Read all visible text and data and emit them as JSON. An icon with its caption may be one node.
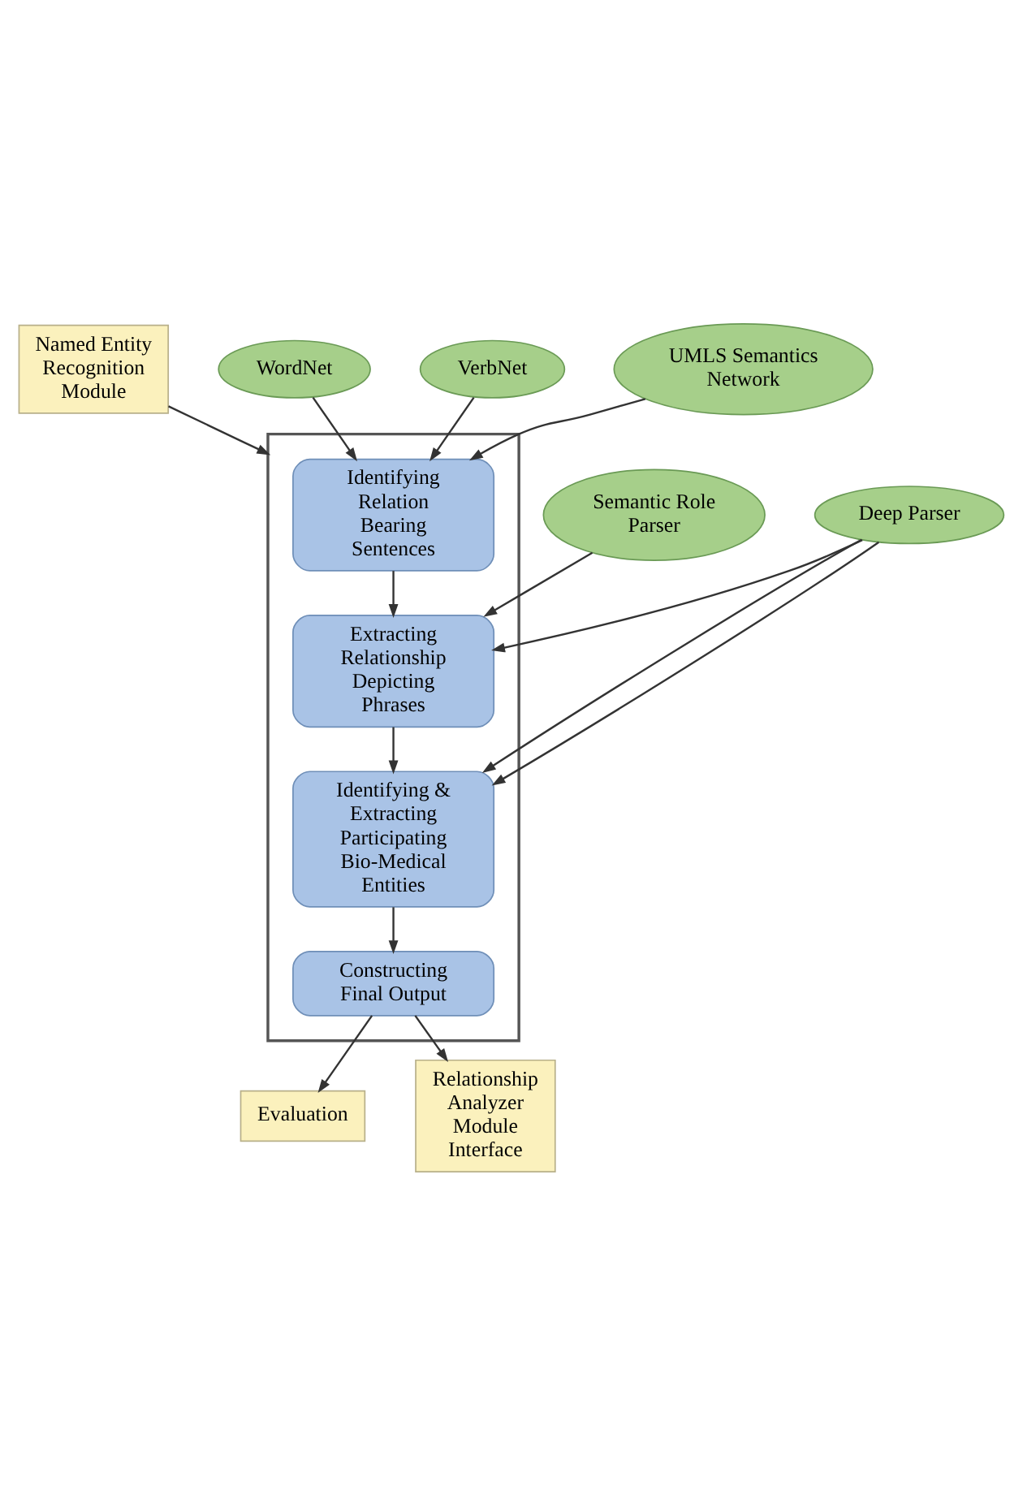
{
  "diagram": {
    "nodes": [
      {
        "text": [
          "Named Entity Recognition Module"
        ]
      },
      {
        "text": [],
        "shape": "box"
      },
      {
        "text": [
          "Identifying Relation Bearing Sentences"
        ],
        "in": 1
      },
      {
        "text": [
          "Extracting Relationship Depicting Phrases"
        ],
        "in": 1
      },
      {
        "text": [
          "Identifying & Extracting Participating Bio-Medical Entities"
        ],
        "in": 1
      },
      {
        "text": [
          "Constructing Final Output"
        ],
        "in": 1
      },
      {
        "text": [
          "WordNet"
        ]
      },
      {
        "text": [
          "VerbNet"
        ]
      },
      {
        "text": [
          "UMLS Semantics Network"
        ]
      },
      {
        "text": [
          "Deep Parser"
        ]
      },
      {
        "text": [
          "Semantic Role Parser"
        ]
      },
      {
        "text": [
          "Evaluation"
        ]
      },
      {
        "text": [
          "Relationship Analyzer Module Interface"
        ]
      }
    ],
    "edges": [
      {
        "from": 0,
        "to": 1,
        "arrow": "to"
      },
      {
        "from": 6,
        "to": 2,
        "arrow": "to"
      },
      {
        "from": 7,
        "to": 2,
        "arrow": "to"
      },
      {
        "from": 8,
        "to": 2,
        "arrow": "to"
      },
      {
        "from": 2,
        "to": 3,
        "arrow": "to"
      },
      {
        "from": 3,
        "to": 4,
        "arrow": "to"
      },
      {
        "from": 4,
        "to": 5,
        "arrow": "to"
      },
      {
        "from": 9,
        "to": 3,
        "arrow": "to"
      },
      {
        "from": 9,
        "to": 4,
        "arrow": "to"
      },
      {
        "from": 9,
        "to": 4,
        "arrow": "to"
      },
      {
        "from": 10,
        "to": 3,
        "arrow": "to"
      },
      {
        "from": 5,
        "to": 11,
        "arrow": "to"
      },
      {
        "from": 5,
        "to": 12,
        "arrow": "to"
      }
    ]
  }
}
